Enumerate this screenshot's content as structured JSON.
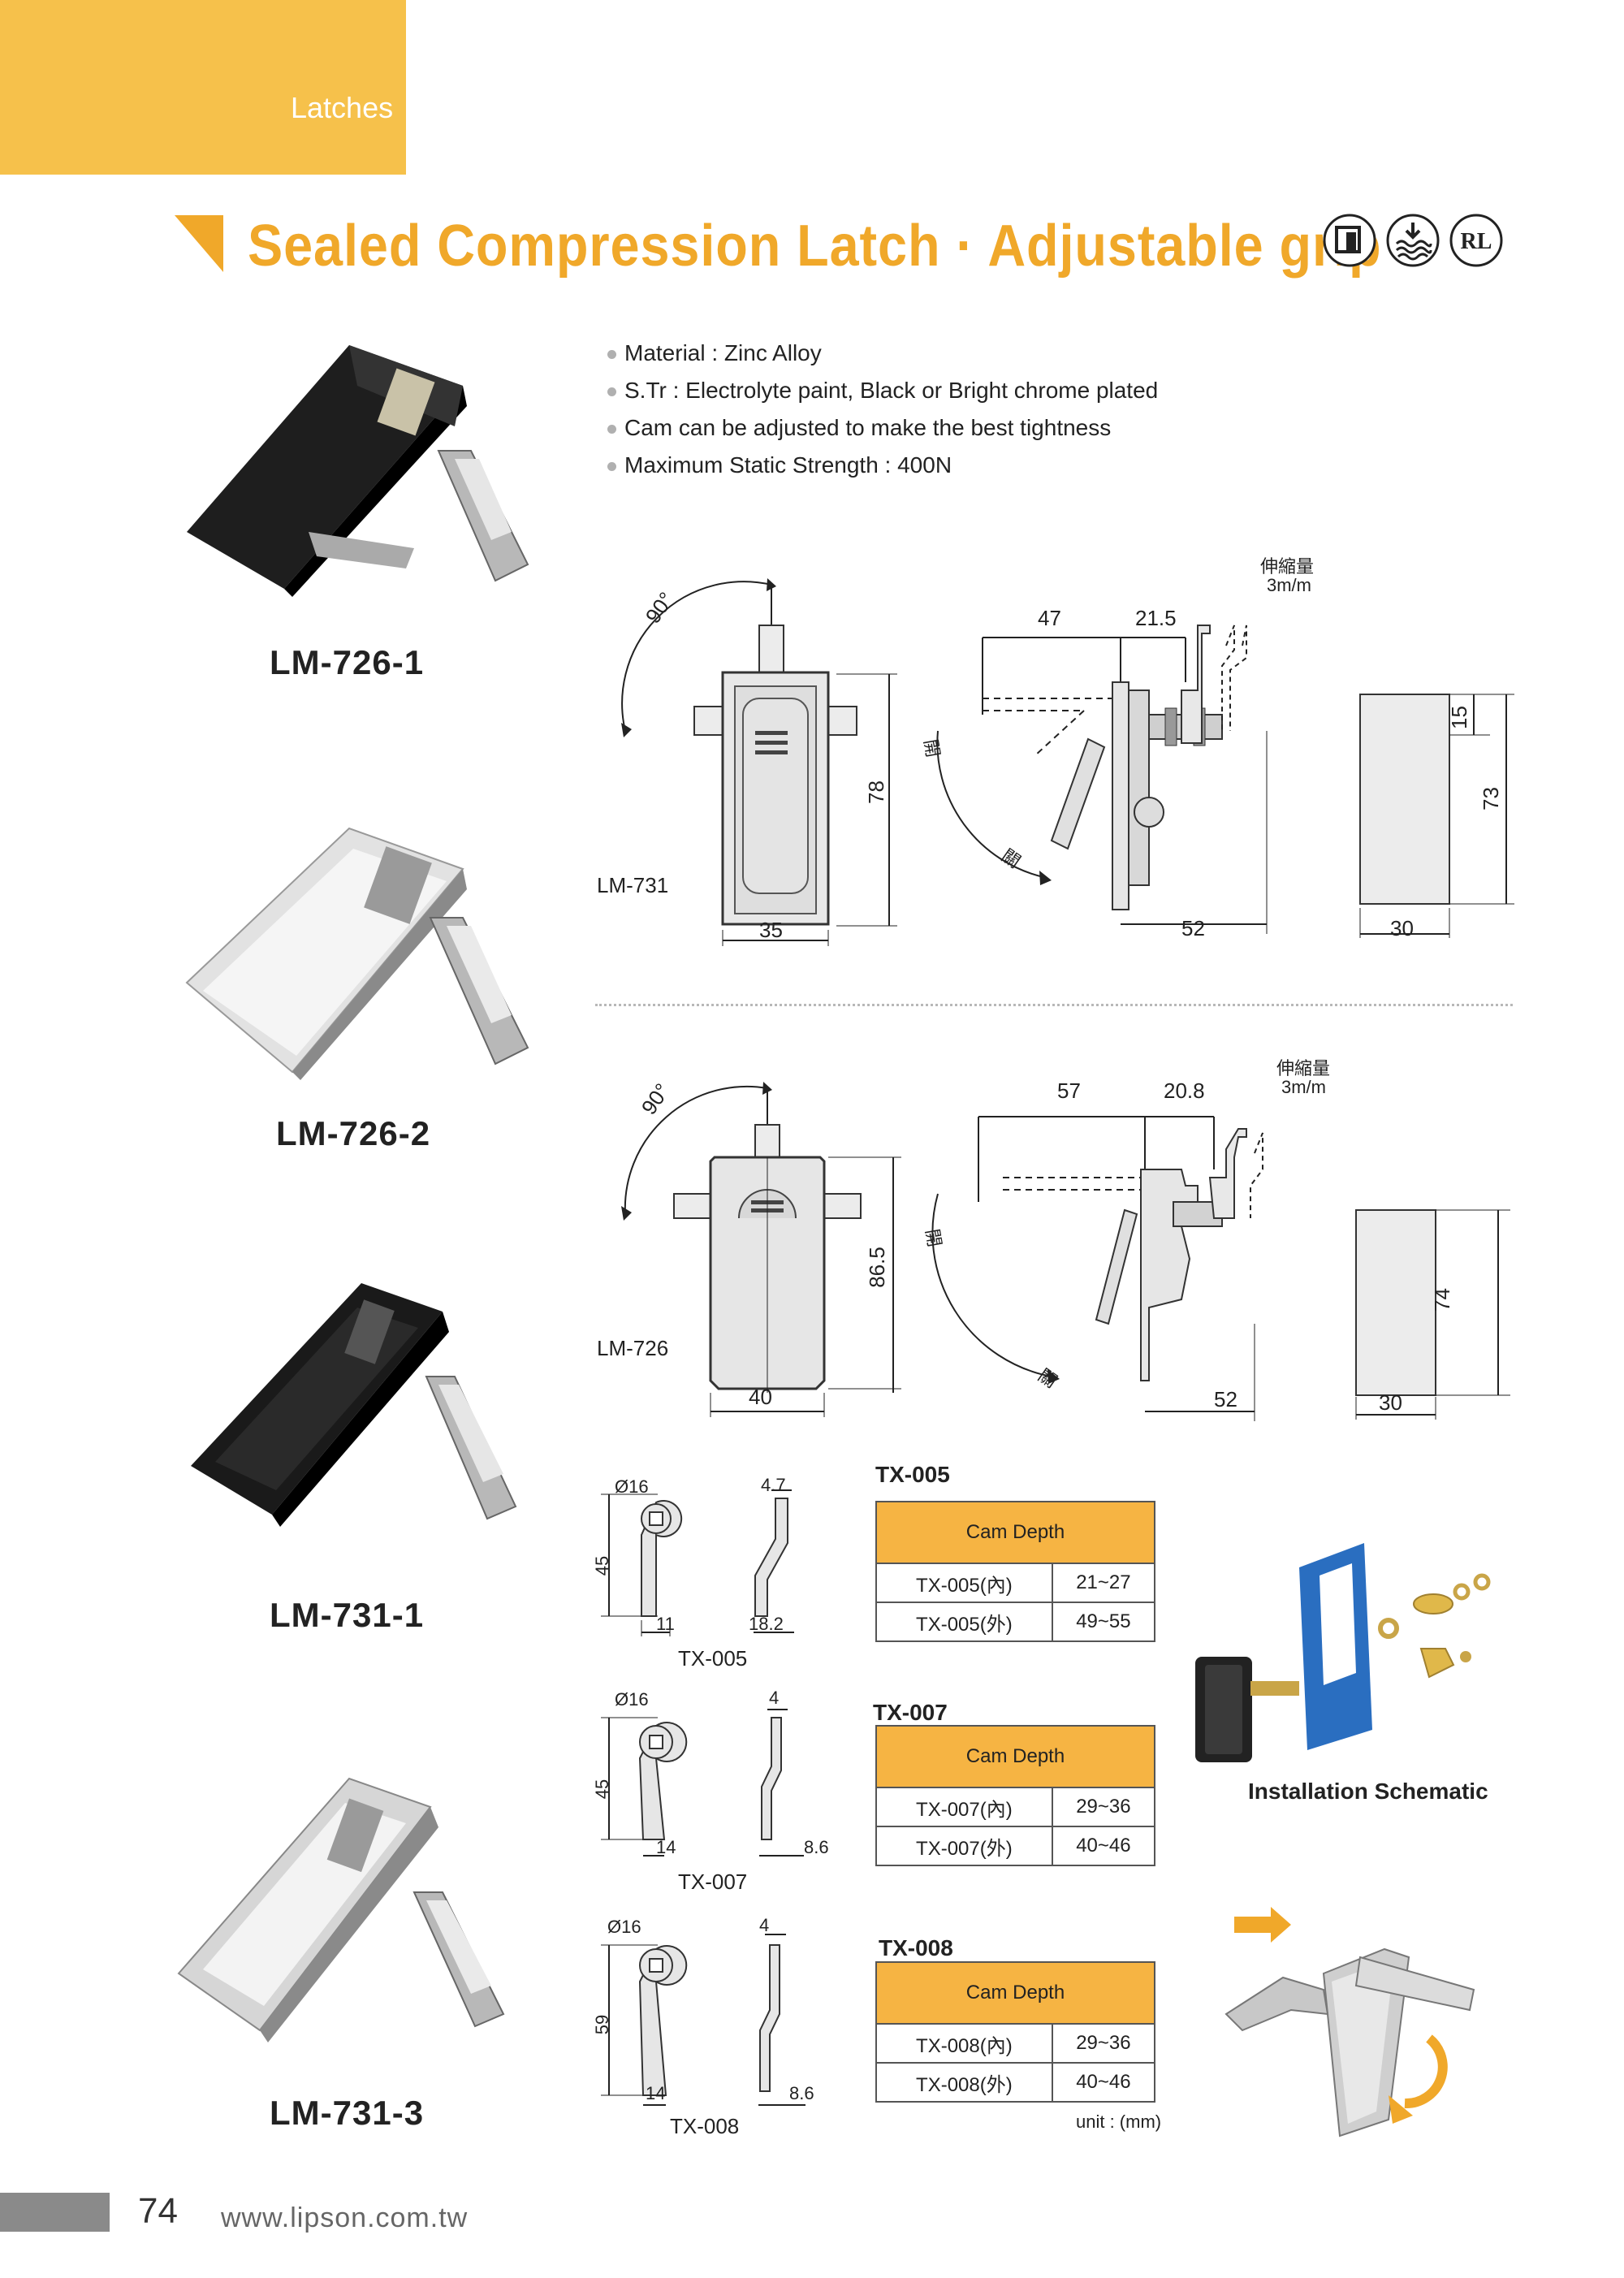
{
  "header": {
    "category": "Latches",
    "title": "Sealed Compression Latch · Adjustable grip",
    "cert_icons": [
      "weatherproof-icon",
      "waterproof-icon",
      "rl-cert-icon"
    ]
  },
  "specs": [
    "Material : Zinc Alloy",
    "S.Tr : Electrolyte paint, Black or Bright chrome plated",
    "Cam can be adjusted to make the best tightness",
    "Maximum Static Strength : 400N"
  ],
  "products": [
    {
      "model": "LM-726-1",
      "finish_color": "#1e1e1e"
    },
    {
      "model": "LM-726-2",
      "finish_color": "#d8d8d8"
    },
    {
      "model": "LM-731-1",
      "finish_color": "#1e1e1e"
    },
    {
      "model": "LM-731-3",
      "finish_color": "#d8d8d8"
    }
  ],
  "drawing_731": {
    "label": "LM-731",
    "angle": "90°",
    "dims": {
      "height": "78",
      "width": "35",
      "d47": "47",
      "d21_5": "21.5",
      "d52": "52",
      "d15": "15",
      "d73": "73",
      "d30": "30"
    },
    "adjust_label": "伸縮量",
    "adjust_value": "3m/m",
    "open": "開",
    "close": "關"
  },
  "drawing_726": {
    "label": "LM-726",
    "angle": "90°",
    "dims": {
      "height": "86.5",
      "width": "40",
      "d57": "57",
      "d20_8": "20.8",
      "d52": "52",
      "d74": "74",
      "d30": "30"
    },
    "adjust_label": "伸縮量",
    "adjust_value": "3m/m",
    "open": "開",
    "close": "關"
  },
  "cams": [
    {
      "name": "TX-005",
      "dia": "Ø16",
      "len": "45",
      "w": "11",
      "t": "4.7",
      "off": "18.2"
    },
    {
      "name": "TX-007",
      "dia": "Ø16",
      "len": "45",
      "w": "14",
      "t": "4",
      "off": "8.6"
    },
    {
      "name": "TX-008",
      "dia": "Ø16",
      "len": "59",
      "w": "14",
      "t": "4",
      "off": "8.6"
    }
  ],
  "cam_tables": [
    {
      "title": "TX-005",
      "header": "Cam Depth",
      "rows": [
        [
          "TX-005(內)",
          "21~27"
        ],
        [
          "TX-005(外)",
          "49~55"
        ]
      ]
    },
    {
      "title": "TX-007",
      "header": "Cam Depth",
      "rows": [
        [
          "TX-007(內)",
          "29~36"
        ],
        [
          "TX-007(外)",
          "40~46"
        ]
      ]
    },
    {
      "title": "TX-008",
      "header": "Cam Depth",
      "rows": [
        [
          "TX-008(內)",
          "29~36"
        ],
        [
          "TX-008(外)",
          "40~46"
        ]
      ]
    }
  ],
  "unit_note": "unit : (mm)",
  "installation_caption": "Installation Schematic",
  "colors": {
    "accent": "#f0a82a",
    "tab": "#f6c14b",
    "table_head": "#f6b443",
    "panel_blue": "#2a6ec0"
  },
  "footer": {
    "page": "74",
    "url": "www.lipson.com.tw"
  }
}
